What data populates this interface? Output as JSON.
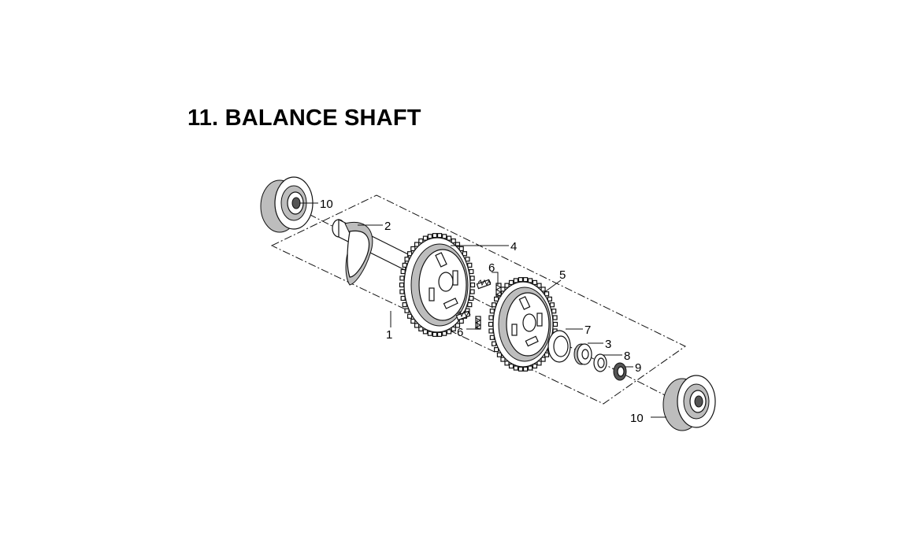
{
  "title": "11. BALANCE SHAFT",
  "callouts": {
    "c1": "1",
    "c2": "2",
    "c3": "3",
    "c4": "4",
    "c5": "5",
    "c6a": "6",
    "c6b": "6",
    "c7": "7",
    "c8": "8",
    "c9": "9",
    "c10a": "10",
    "c10b": "10"
  }
}
